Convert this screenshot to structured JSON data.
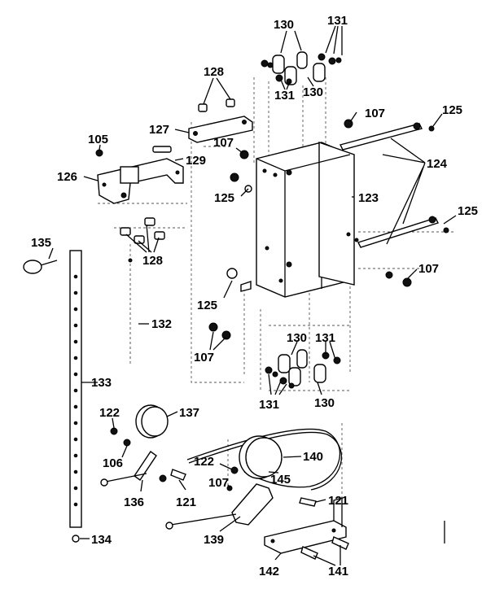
{
  "diagram": {
    "labels": [
      {
        "id": "l130a",
        "text": "130"
      },
      {
        "id": "l131a",
        "text": "131"
      },
      {
        "id": "l131b",
        "text": "131"
      },
      {
        "id": "l130b",
        "text": "130"
      },
      {
        "id": "l128a",
        "text": "128"
      },
      {
        "id": "l107a",
        "text": "107"
      },
      {
        "id": "l125a",
        "text": "125"
      },
      {
        "id": "l127",
        "text": "127"
      },
      {
        "id": "l107b",
        "text": "107"
      },
      {
        "id": "l105",
        "text": "105"
      },
      {
        "id": "l129",
        "text": "129"
      },
      {
        "id": "l124",
        "text": "124"
      },
      {
        "id": "l126",
        "text": "126"
      },
      {
        "id": "l125b",
        "text": "125"
      },
      {
        "id": "l123",
        "text": "123"
      },
      {
        "id": "l125c",
        "text": "125"
      },
      {
        "id": "l135",
        "text": "135"
      },
      {
        "id": "l128b",
        "text": "128"
      },
      {
        "id": "l107c",
        "text": "107"
      },
      {
        "id": "l125d",
        "text": "125"
      },
      {
        "id": "l132",
        "text": "132"
      },
      {
        "id": "l130c",
        "text": "130"
      },
      {
        "id": "l131c",
        "text": "131"
      },
      {
        "id": "l107d",
        "text": "107"
      },
      {
        "id": "l133",
        "text": "133"
      },
      {
        "id": "l131d",
        "text": "131"
      },
      {
        "id": "l130d",
        "text": "130"
      },
      {
        "id": "l122a",
        "text": "122"
      },
      {
        "id": "l137",
        "text": "137"
      },
      {
        "id": "l106",
        "text": "106"
      },
      {
        "id": "l140",
        "text": "140"
      },
      {
        "id": "l122b",
        "text": "122"
      },
      {
        "id": "l145",
        "text": "145"
      },
      {
        "id": "l107e",
        "text": "107"
      },
      {
        "id": "l136",
        "text": "136"
      },
      {
        "id": "l121a",
        "text": "121"
      },
      {
        "id": "l121b",
        "text": "121"
      },
      {
        "id": "l139",
        "text": "139"
      },
      {
        "id": "l134",
        "text": "134"
      },
      {
        "id": "l142",
        "text": "142"
      },
      {
        "id": "l141",
        "text": "141"
      }
    ]
  }
}
